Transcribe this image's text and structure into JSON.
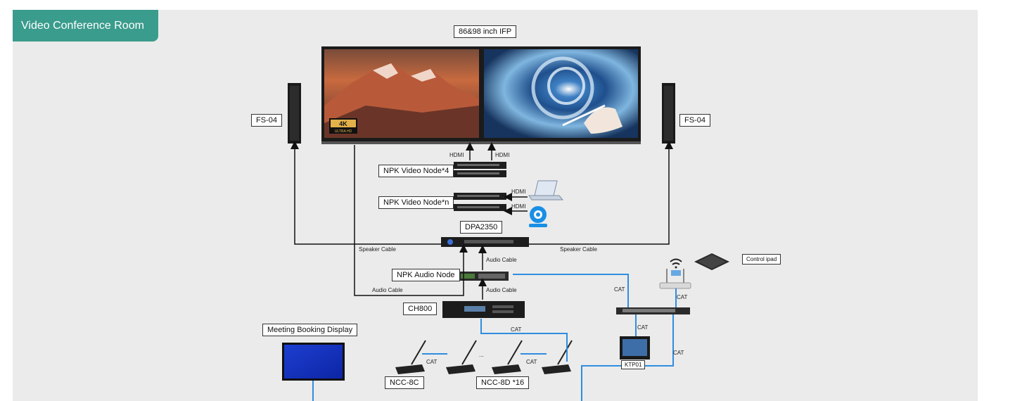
{
  "title": "Video Conference Room",
  "labels": {
    "ifp": "86&98 inch IFP",
    "fs_left": "FS-04",
    "fs_right": "FS-04",
    "video_node_4": "NPK Video Node*4",
    "video_node_n": "NPK Video Node*n",
    "dpa": "DPA2350",
    "audio_node": "NPK Audio Node",
    "ch800": "CH800",
    "booking": "Meeting Booking Display",
    "ncc8c": "NCC-8C",
    "ncc8d": "NCC-8D *16",
    "ktp01": "KTP01",
    "control_ipad": "Control ipad",
    "badge_4k": "4K",
    "badge_uhd": "ULTRA HD"
  },
  "connections": {
    "hdmi": "HDMI",
    "speaker_cable": "Speaker Cable",
    "audio_cable": "Audio Cable",
    "cat": "CAT",
    "ellipsis": "..."
  },
  "colors": {
    "accent": "#3a9c8c",
    "cat_line": "#2f8de0",
    "black_line": "#111111",
    "background": "#ebebeb"
  }
}
